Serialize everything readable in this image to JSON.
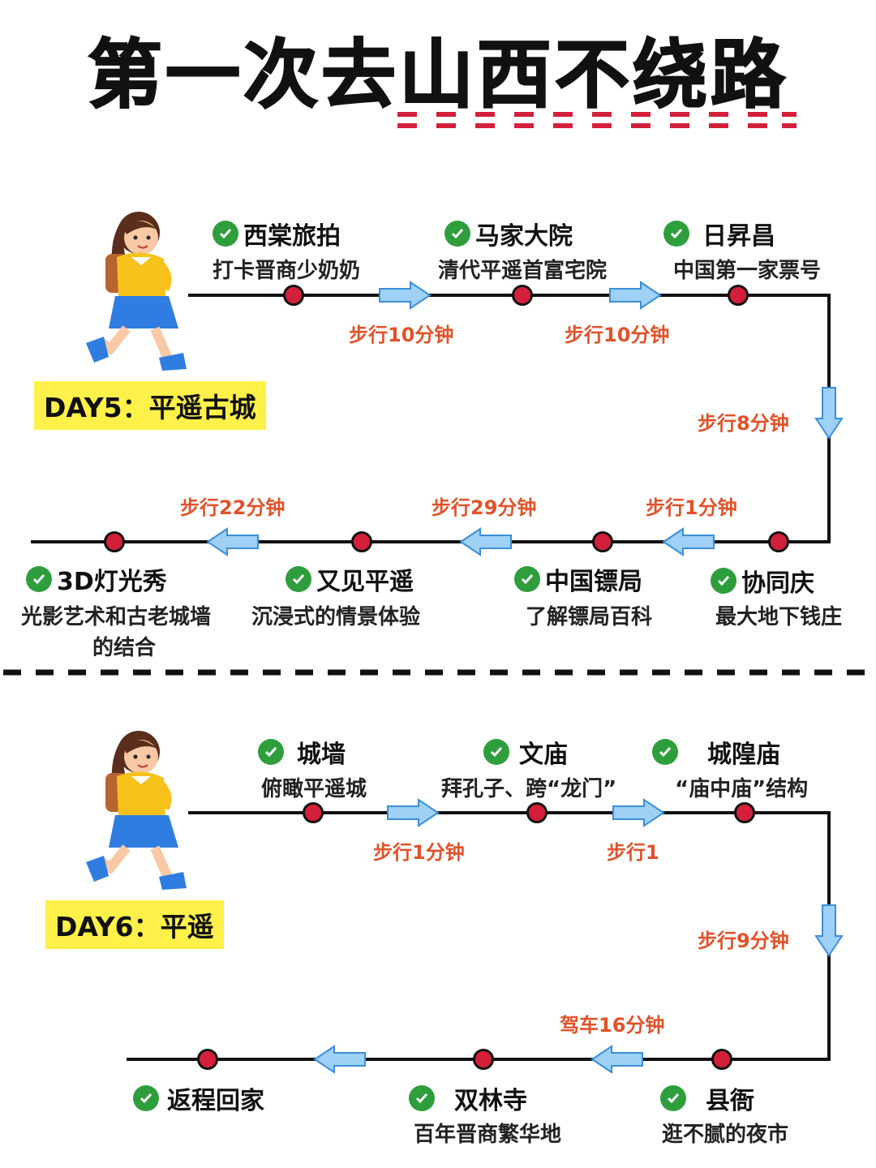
{
  "title": "第一次去山西不绕路",
  "colors": {
    "stop": "#d41f3a",
    "check": "#2e9e3c",
    "walk": "#e0522a",
    "arrow": "#9fd0f5",
    "day_bg": "#fff04a",
    "title_dash": "#d41f3a"
  },
  "day5": {
    "label": "DAY5：平遥古城",
    "stops": [
      {
        "title": "西棠旅拍",
        "desc": "打卡晋商少奶奶"
      },
      {
        "title": "马家大院",
        "desc": "清代平遥首富宅院"
      },
      {
        "title": "日昇昌",
        "desc": "中国第一家票号"
      },
      {
        "title": "协同庆",
        "desc": "最大地下钱庄"
      },
      {
        "title": "中国镖局",
        "desc": "了解镖局百科"
      },
      {
        "title": "又见平遥",
        "desc": "沉浸式的情景体验"
      },
      {
        "title": "3D灯光秀",
        "desc": "光影艺术和古老城墙",
        "desc2": "的结合"
      }
    ],
    "walks": [
      "步行10分钟",
      "步行10分钟",
      "步行8分钟",
      "步行1分钟",
      "步行29分钟",
      "步行22分钟"
    ]
  },
  "day6": {
    "label": "DAY6：平遥",
    "stops": [
      {
        "title": "城墙",
        "desc": "俯瞰平遥城"
      },
      {
        "title": "文庙",
        "desc": "拜孔子、跨“龙门”"
      },
      {
        "title": "城隍庙",
        "desc": "“庙中庙”结构"
      },
      {
        "title": "县衙",
        "desc": "逛不腻的夜市"
      },
      {
        "title": "双林寺",
        "desc": "百年晋商繁华地"
      },
      {
        "title": "返程回家",
        "desc": ""
      }
    ],
    "walks": [
      "步行1分钟",
      "步行1",
      "步行9分钟",
      "驾车16分钟"
    ]
  }
}
